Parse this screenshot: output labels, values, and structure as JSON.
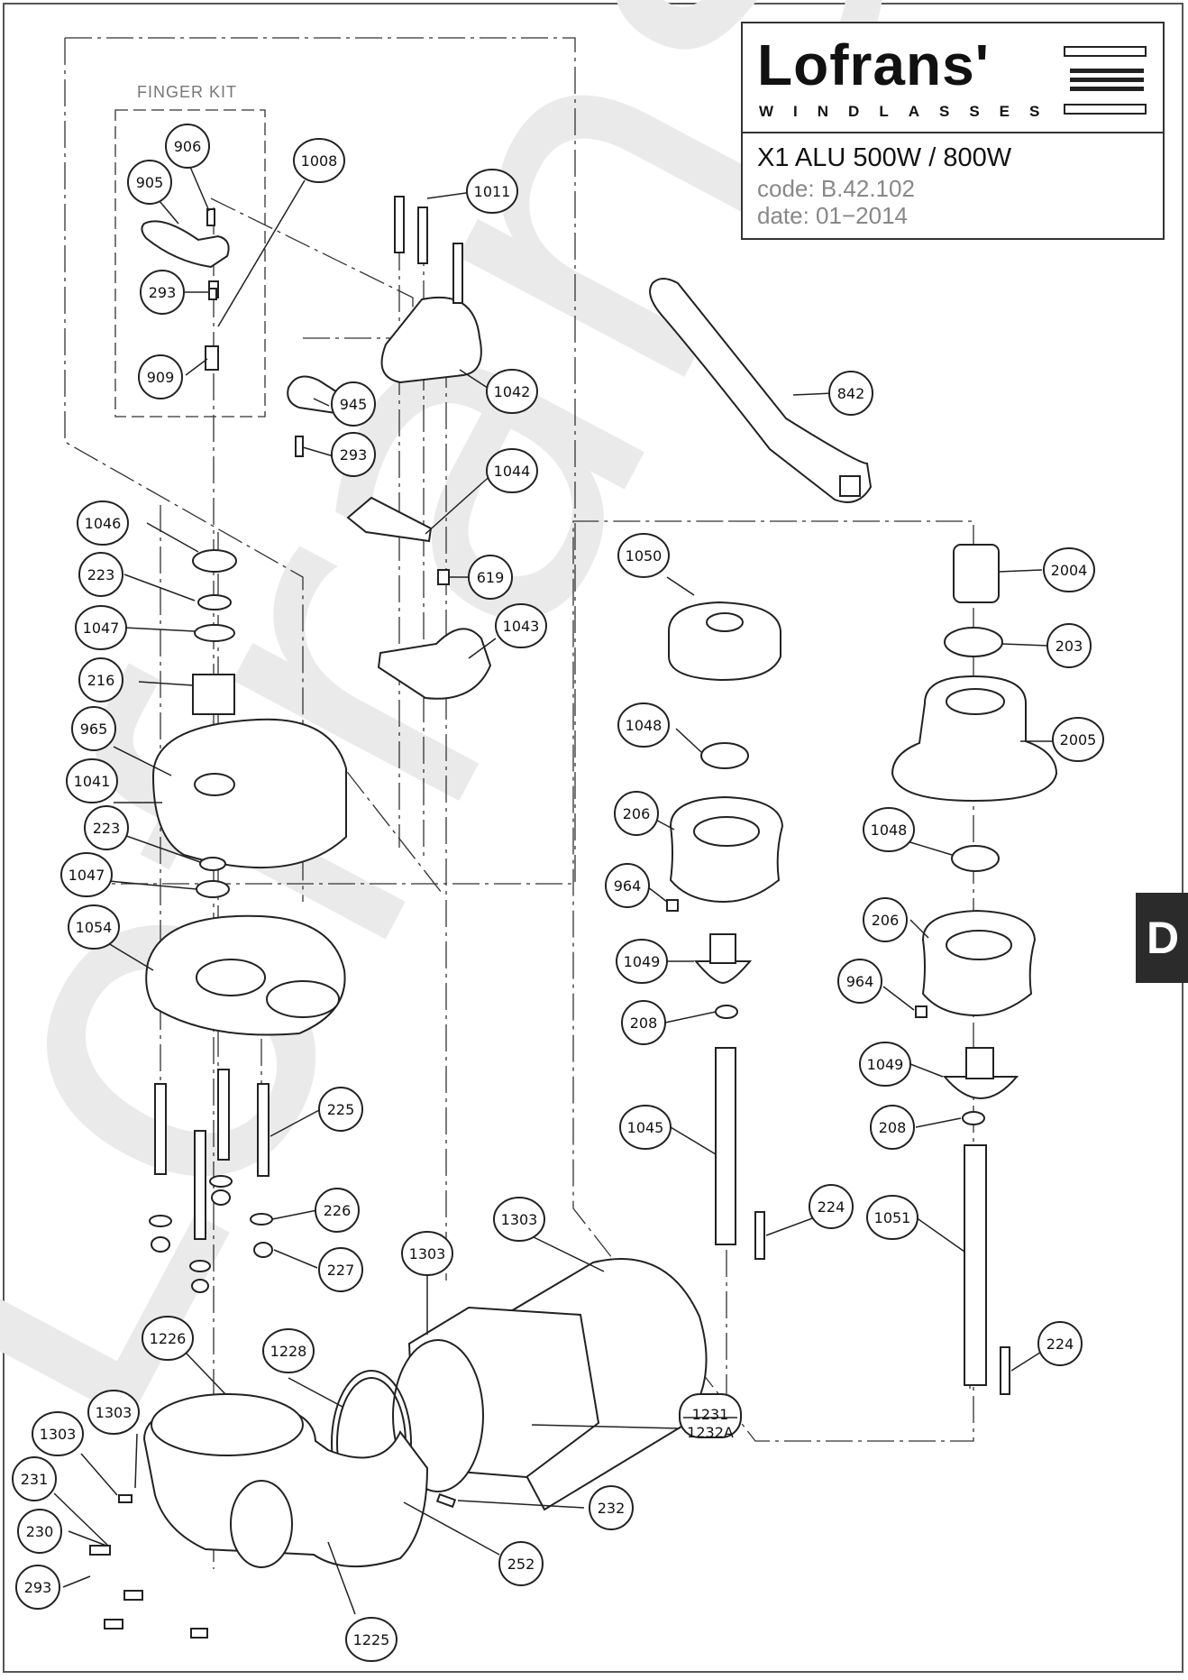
{
  "header": {
    "brand": "Lofrans'",
    "brand_subtitle": "WINDLASSES",
    "model": "X1 ALU 500W / 800W",
    "code": "code:  B.42.102",
    "date": "date:  01−2014"
  },
  "section_tab": "D",
  "watermark": "Lofrans'",
  "finger_kit_label": "FINGER KIT",
  "colors": {
    "line": "#222222",
    "watermark": "#e8e8e8",
    "tab": "#2b2b2b"
  },
  "callouts": [
    {
      "id": "c906",
      "label": "906"
    },
    {
      "id": "c905",
      "label": "905"
    },
    {
      "id": "c1008",
      "label": "1008"
    },
    {
      "id": "c1011",
      "label": "1011"
    },
    {
      "id": "c293a",
      "label": "293"
    },
    {
      "id": "c909",
      "label": "909"
    },
    {
      "id": "c945",
      "label": "945"
    },
    {
      "id": "c293b",
      "label": "293"
    },
    {
      "id": "c1042",
      "label": "1042"
    },
    {
      "id": "c842",
      "label": "842"
    },
    {
      "id": "c1044",
      "label": "1044"
    },
    {
      "id": "c1046",
      "label": "1046"
    },
    {
      "id": "c223a",
      "label": "223"
    },
    {
      "id": "c1047a",
      "label": "1047"
    },
    {
      "id": "c216",
      "label": "216"
    },
    {
      "id": "c619",
      "label": "619"
    },
    {
      "id": "c1043",
      "label": "1043"
    },
    {
      "id": "c1050",
      "label": "1050"
    },
    {
      "id": "c2004",
      "label": "2004"
    },
    {
      "id": "c203",
      "label": "203"
    },
    {
      "id": "c965",
      "label": "965"
    },
    {
      "id": "c1041",
      "label": "1041"
    },
    {
      "id": "c1048a",
      "label": "1048"
    },
    {
      "id": "c2005",
      "label": "2005"
    },
    {
      "id": "c223b",
      "label": "223"
    },
    {
      "id": "c206a",
      "label": "206"
    },
    {
      "id": "c1048b",
      "label": "1048"
    },
    {
      "id": "c1047b",
      "label": "1047"
    },
    {
      "id": "c964a",
      "label": "964"
    },
    {
      "id": "c1054",
      "label": "1054"
    },
    {
      "id": "c206b",
      "label": "206"
    },
    {
      "id": "c1049a",
      "label": "1049"
    },
    {
      "id": "c964b",
      "label": "964"
    },
    {
      "id": "c208a",
      "label": "208"
    },
    {
      "id": "c1049b",
      "label": "1049"
    },
    {
      "id": "c225",
      "label": "225"
    },
    {
      "id": "c1045",
      "label": "1045"
    },
    {
      "id": "c208b",
      "label": "208"
    },
    {
      "id": "c226",
      "label": "226"
    },
    {
      "id": "c1303a",
      "label": "1303"
    },
    {
      "id": "c224a",
      "label": "224"
    },
    {
      "id": "c1051",
      "label": "1051"
    },
    {
      "id": "c227",
      "label": "227"
    },
    {
      "id": "c1303b",
      "label": "1303"
    },
    {
      "id": "c1226",
      "label": "1226"
    },
    {
      "id": "c1228",
      "label": "1228"
    },
    {
      "id": "c224b",
      "label": "224"
    },
    {
      "id": "c1303c",
      "label": "1303"
    },
    {
      "id": "c1303d",
      "label": "1303"
    },
    {
      "id": "c1231",
      "label": "1231"
    },
    {
      "id": "c1232a",
      "label": "1232A"
    },
    {
      "id": "c231",
      "label": "231"
    },
    {
      "id": "c232",
      "label": "232"
    },
    {
      "id": "c230",
      "label": "230"
    },
    {
      "id": "c252",
      "label": "252"
    },
    {
      "id": "c293c",
      "label": "293"
    },
    {
      "id": "c1225",
      "label": "1225"
    }
  ]
}
